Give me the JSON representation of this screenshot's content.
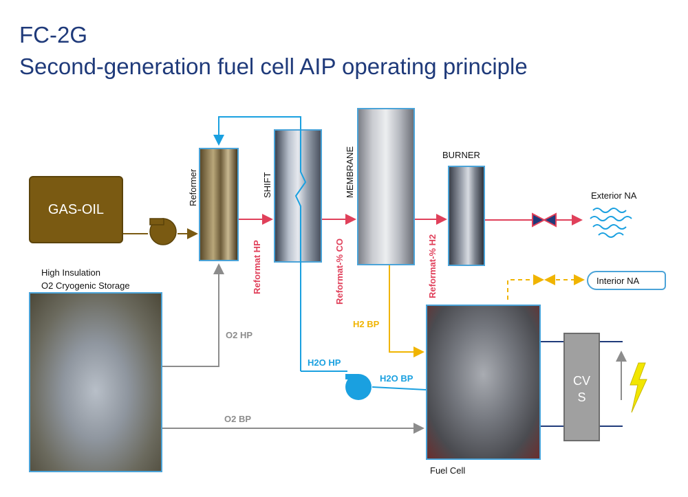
{
  "title": {
    "line1": "FC-2G",
    "line2": "Second-generation fuel cell AIP operating principle"
  },
  "nodes": {
    "gasoil": "GAS-OIL",
    "reformer": "Reformer",
    "shift": "SHIFT",
    "membrane": "MEMBRANE",
    "burner": "BURNER",
    "exterior": "Exterior NA",
    "interior": "Interior NA",
    "storage_line1": "High Insulation",
    "storage_line2": "O2 Cryogenic Storage",
    "fuelcell": "Fuel Cell",
    "cvs_line1": "CV",
    "cvs_line2": "S"
  },
  "flows": {
    "reformat_hp": "Reformat HP",
    "reformat_co": "Reformat-% CO",
    "reformat_h2": "Reformat-% H2",
    "h2_bp": "H2 BP",
    "o2_hp": "O2 HP",
    "o2_bp": "O2 BP",
    "h2o_hp": "H2O HP",
    "h2o_bp": "H2O BP"
  },
  "colors": {
    "reformat": "#e0405a",
    "water": "#1aa0e0",
    "hydrogen": "#f0b400",
    "oxygen": "#8c8c8c",
    "fuel": "#7a5a12",
    "title": "#1f3a7a"
  },
  "icons": [
    "pump-icon",
    "valve-icon",
    "water-waves-icon",
    "lightning-icon",
    "arrow-up-icon"
  ]
}
